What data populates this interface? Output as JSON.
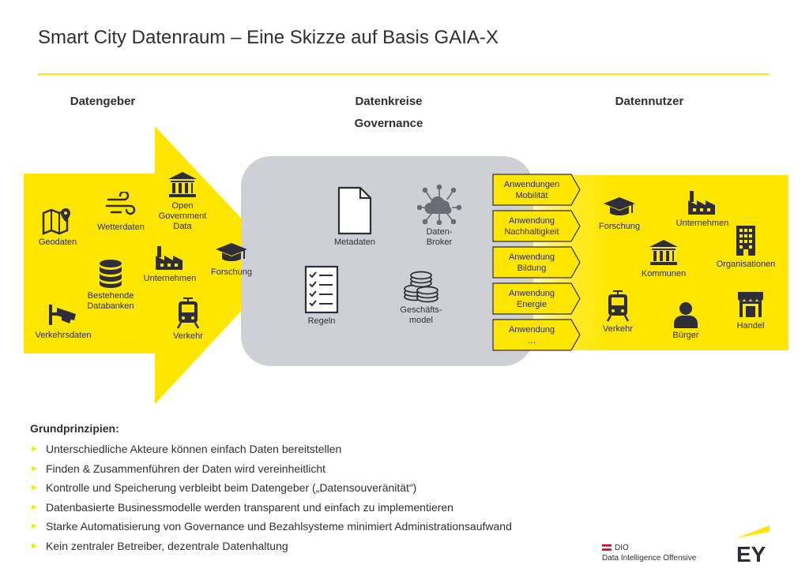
{
  "title": "Smart City Datenraum – Eine Skizze auf Basis GAIA-X",
  "columns": {
    "provider": "Datengeber",
    "circles": "Datenkreise\nGovernance",
    "user": "Datennutzer"
  },
  "providers": [
    {
      "label": "Geodaten",
      "icon": "map-pin-icon"
    },
    {
      "label": "Wetterdaten",
      "icon": "wind-icon"
    },
    {
      "label": "Open\nGovernment\nData",
      "icon": "government-building-icon"
    },
    {
      "label": "Bestehende\nDatabanken",
      "icon": "database-icon"
    },
    {
      "label": "Unternehmen",
      "icon": "factory-icon"
    },
    {
      "label": "Forschung",
      "icon": "graduation-cap-icon"
    },
    {
      "label": "Verkehrsdaten",
      "icon": "cctv-camera-icon"
    },
    {
      "label": "Verkehr",
      "icon": "tram-icon"
    }
  ],
  "governance": [
    {
      "label": "Metadaten",
      "icon": "document-icon"
    },
    {
      "label": "Daten-\nBroker",
      "icon": "cloud-network-icon"
    },
    {
      "label": "Regeln",
      "icon": "checklist-icon"
    },
    {
      "label": "Geschäfts-\nmodel",
      "icon": "coins-icon"
    }
  ],
  "applications": [
    "Anwendungen\nMobilität",
    "Anwendung\nNachhaltigkeit",
    "Anwendung\nBildung",
    "Anwendung\nEnergie",
    "Anwendung\n…"
  ],
  "users": [
    {
      "label": "Forschung",
      "icon": "graduation-cap-icon"
    },
    {
      "label": "Unternehmen",
      "icon": "factory-icon"
    },
    {
      "label": "Organisationen",
      "icon": "office-building-icon"
    },
    {
      "label": "Kommunen",
      "icon": "government-building-icon"
    },
    {
      "label": "Verkehr",
      "icon": "tram-icon"
    },
    {
      "label": "Bürger",
      "icon": "person-icon"
    },
    {
      "label": "Handel",
      "icon": "shop-icon"
    }
  ],
  "principles": {
    "heading": "Grundprinzipien:",
    "items": [
      "Unterschiedliche Akteure können einfach Daten bereitstellen",
      "Finden & Zusammenführen der Daten wird vereinheitlicht",
      "Kontrolle und Speicherung verbleibt beim Datengeber („Datensouveränität“)",
      "Datenbasierte Businessmodelle werden transparent und einfach zu implementieren",
      "Starke Automatisierung von Governance und Bezahlsysteme minimiert Administrationsaufwand",
      "Kein zentraler Betreiber, dezentrale Datenhaltung"
    ]
  },
  "footer": {
    "brand_short": "DIO",
    "brand_long": "Data Intelligence Offensive",
    "logo_text": "EY"
  },
  "colors": {
    "accent": "#ffe600",
    "text": "#2e2e38",
    "governance_bg": "#cfd0d6",
    "flag_red": "#c8102e"
  }
}
